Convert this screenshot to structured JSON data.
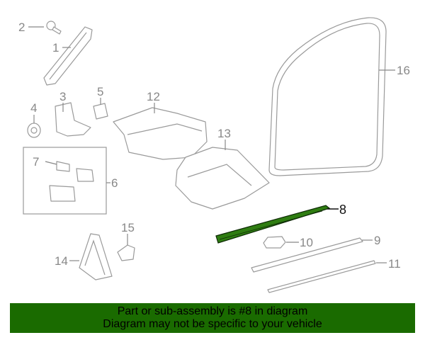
{
  "diagram": {
    "callouts": [
      {
        "id": "1",
        "label": "1"
      },
      {
        "id": "2",
        "label": "2"
      },
      {
        "id": "3",
        "label": "3"
      },
      {
        "id": "4",
        "label": "4"
      },
      {
        "id": "5",
        "label": "5"
      },
      {
        "id": "6",
        "label": "6"
      },
      {
        "id": "7",
        "label": "7"
      },
      {
        "id": "8",
        "label": "8"
      },
      {
        "id": "9",
        "label": "9"
      },
      {
        "id": "10",
        "label": "10"
      },
      {
        "id": "11",
        "label": "11"
      },
      {
        "id": "12",
        "label": "12"
      },
      {
        "id": "13",
        "label": "13"
      },
      {
        "id": "14",
        "label": "14"
      },
      {
        "id": "15",
        "label": "15"
      },
      {
        "id": "16",
        "label": "16"
      }
    ],
    "highlight_color": "#2f7d12"
  },
  "banner": {
    "line1": "Part or sub-assembly is #8 in diagram",
    "line2": "Diagram may not be specific to your vehicle",
    "color": "#1a6b00"
  }
}
